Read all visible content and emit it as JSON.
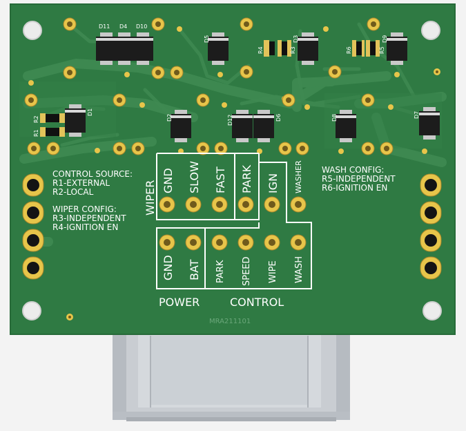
{
  "board": {
    "part_number": "MRA211101",
    "colors": {
      "pcb": "#2f7a43",
      "trace": "#3f8a52",
      "silk": "#ffffff",
      "pad": "#e7c54a",
      "connector": "#c8cdd3"
    }
  },
  "notes": {
    "control_source_title": "CONTROL SOURCE:",
    "control_source_r1": "R1-EXTERNAL",
    "control_source_r2": "R2-LOCAL",
    "wiper_config_title": "WIPER CONFIG:",
    "wiper_config_r3": "R3-INDEPENDENT",
    "wiper_config_r4": "R4-IGNITION EN",
    "wash_config_title": "WASH CONFIG:",
    "wash_config_r5": "R5-INDEPENDENT",
    "wash_config_r6": "R6-IGNITION EN"
  },
  "terminals": {
    "wiper_group": "WIPER",
    "top_row": [
      "GND",
      "SLOW",
      "FAST",
      "PARK",
      "IGN",
      "WASHER"
    ],
    "bottom_row": [
      "GND",
      "BAT",
      "PARK",
      "SPEED",
      "WIPE",
      "WASH"
    ],
    "power_group": "POWER",
    "control_group": "CONTROL"
  },
  "components": {
    "d11": "D11",
    "d4": "D4",
    "d10": "D10",
    "d5": "D5",
    "d3": "D3",
    "d9": "D9",
    "d1": "D1",
    "d2": "D2",
    "d12": "D12",
    "d6": "D6",
    "d8": "D8",
    "d7": "D7",
    "r1": "R1",
    "r2": "R2",
    "r3": "R3",
    "r4": "R4",
    "r5": "R5",
    "r6": "R6"
  }
}
